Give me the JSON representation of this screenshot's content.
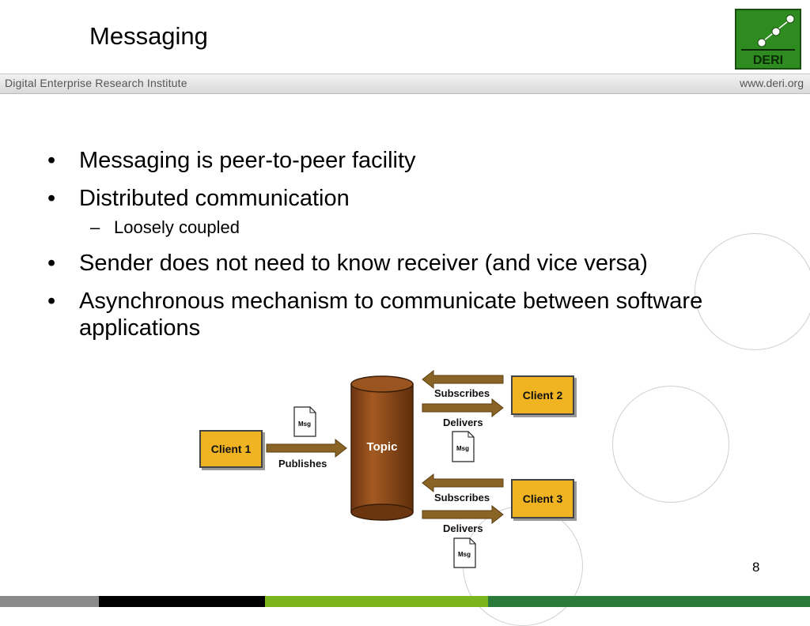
{
  "slide": {
    "title": "Messaging",
    "page_number": "8"
  },
  "header": {
    "institute": "Digital Enterprise Research Institute",
    "website": "www.deri.org"
  },
  "logo": {
    "text": "DERI",
    "color": "#2e8b1f"
  },
  "bullets": [
    {
      "text": "Messaging is peer-to-peer facility"
    },
    {
      "text": "Distributed communication",
      "sub": [
        "Loosely coupled"
      ]
    },
    {
      "text": "Sender does not need to know receiver (and vice versa)"
    },
    {
      "text": "Asynchronous mechanism to communicate between software applications"
    }
  ],
  "diagram": {
    "client1": "Client 1",
    "client2": "Client 2",
    "client3": "Client 3",
    "topic": "Topic",
    "publishes": "Publishes",
    "subscribes_1": "Subscribes",
    "delivers_1": "Delivers",
    "subscribes_2": "Subscribes",
    "delivers_2": "Delivers",
    "msg": "Msg",
    "box_color": "#f0b422",
    "arrow_color": "#8a6424",
    "topic_color": "#8a4a18"
  },
  "footer_colors": [
    "#8a8a8a",
    "#000000",
    "#7ab51d",
    "#2b7a3a"
  ]
}
